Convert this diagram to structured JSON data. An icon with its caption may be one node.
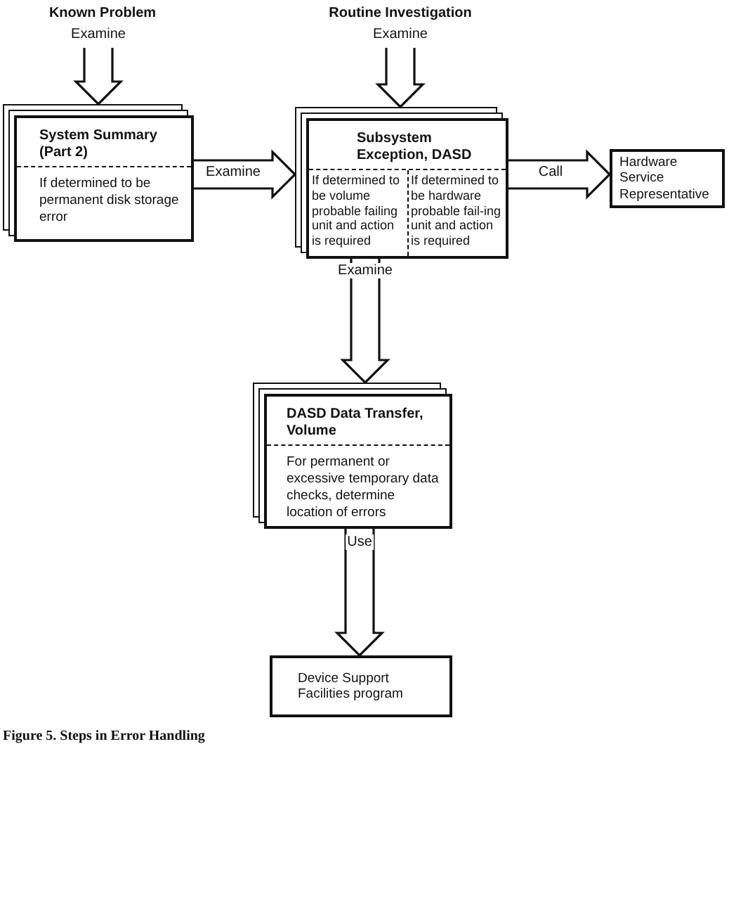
{
  "diagram": {
    "caption": "Figure 5. Steps in Error Handling",
    "nodes": [
      {
        "text": [
          "System Summary (Part 2)",
          "If determined to be permanent disk storage error"
        ]
      },
      {
        "text": [
          "Subsystem Exception, DASD",
          "If determined to be volume probable failing unit and action is required",
          "If determined to be hardware probable fail-ing unit and action is required"
        ]
      },
      {
        "text": [
          "Hardware Service Representative"
        ]
      },
      {
        "text": [
          "DASD Data Transfer, Volume",
          "For permanent or excessive temporary data checks, determine location of errors"
        ]
      },
      {
        "text": [
          "Device Support Facilities program"
        ]
      }
    ],
    "edges": [
      {
        "from": null,
        "to": 0,
        "arrow": "to",
        "label": "Examine"
      },
      {
        "from": null,
        "to": 1,
        "arrow": "to",
        "label": "Examine"
      },
      {
        "from": 0,
        "to": 1,
        "arrow": "to",
        "label": "Examine"
      },
      {
        "from": 1,
        "to": 2,
        "arrow": "to",
        "label": "Call"
      },
      {
        "from": 1,
        "to": 3,
        "arrow": "to",
        "label": "Examine"
      },
      {
        "from": 3,
        "to": 4,
        "arrow": "to",
        "label": "Use"
      }
    ],
    "labels": [
      "Known Problem",
      "Routine Investigation"
    ]
  }
}
